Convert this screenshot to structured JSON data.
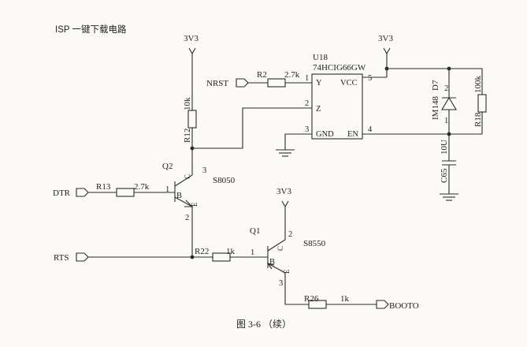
{
  "title": "ISP 一键下载电路",
  "caption": "图 3-6 （续）",
  "power": {
    "vcc_label": "3V3"
  },
  "ports": {
    "nrst": "NRST",
    "dtr": "DTR",
    "rts": "RTS",
    "boot0": "BOOTO"
  },
  "ic": {
    "ref": "U18",
    "part": "74HCIG66GW",
    "pins": {
      "y": "Y",
      "z": "Z",
      "gnd": "GND",
      "vcc": "VCC",
      "en": "EN",
      "n1": "1",
      "n2": "2",
      "n3": "3",
      "n4": "4",
      "n5": "5"
    }
  },
  "resistors": {
    "r2": {
      "ref": "R2",
      "value": "2.7k"
    },
    "r12": {
      "ref": "R12",
      "value": "10k"
    },
    "r13": {
      "ref": "R13",
      "value": "2.7k"
    },
    "r18": {
      "ref": "R18",
      "value": "100k"
    },
    "r22": {
      "ref": "R22",
      "value": "1k"
    },
    "r26": {
      "ref": "R26",
      "value": "1k"
    }
  },
  "diode": {
    "ref": "D7",
    "part": "IM148",
    "pin_top": "2",
    "pin_bottom": "1"
  },
  "capacitor": {
    "ref": "C65",
    "value": "10U"
  },
  "transistors": {
    "q2": {
      "ref": "Q2",
      "part": "S8050",
      "b": "B",
      "c": "C",
      "e": "E",
      "pin_b": "1",
      "pin_c": "3",
      "pin_e": "2"
    },
    "q1": {
      "ref": "Q1",
      "part": "S8550",
      "b": "B",
      "c": "C",
      "e": "E",
      "pin_b": "1",
      "pin_c": "2",
      "pin_e": "3"
    }
  }
}
